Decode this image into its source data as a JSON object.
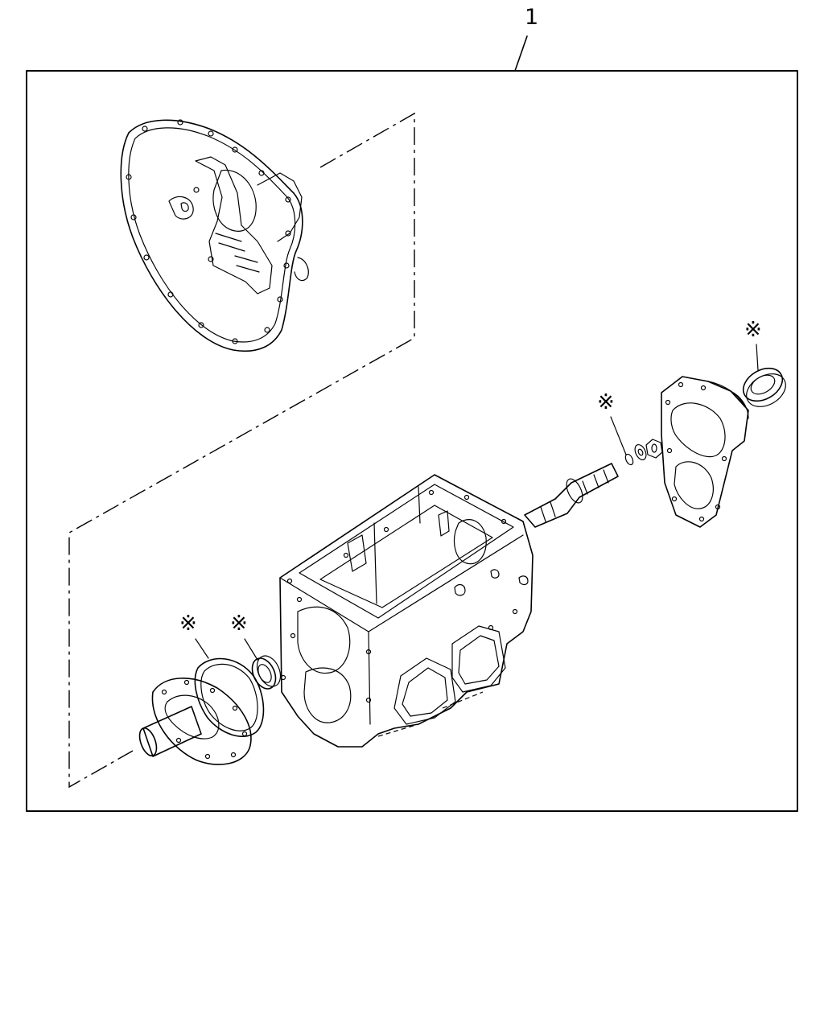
{
  "diagram": {
    "callout_label": "1",
    "asterisk_mark": "※",
    "components": [
      "clutch-housing-gasket",
      "transmission-case",
      "input-shaft",
      "front-cover",
      "front-cover-gasket",
      "front-oil-seal",
      "main-shaft",
      "o-ring",
      "washer",
      "nut",
      "rear-cover",
      "rear-oil-seal"
    ]
  }
}
